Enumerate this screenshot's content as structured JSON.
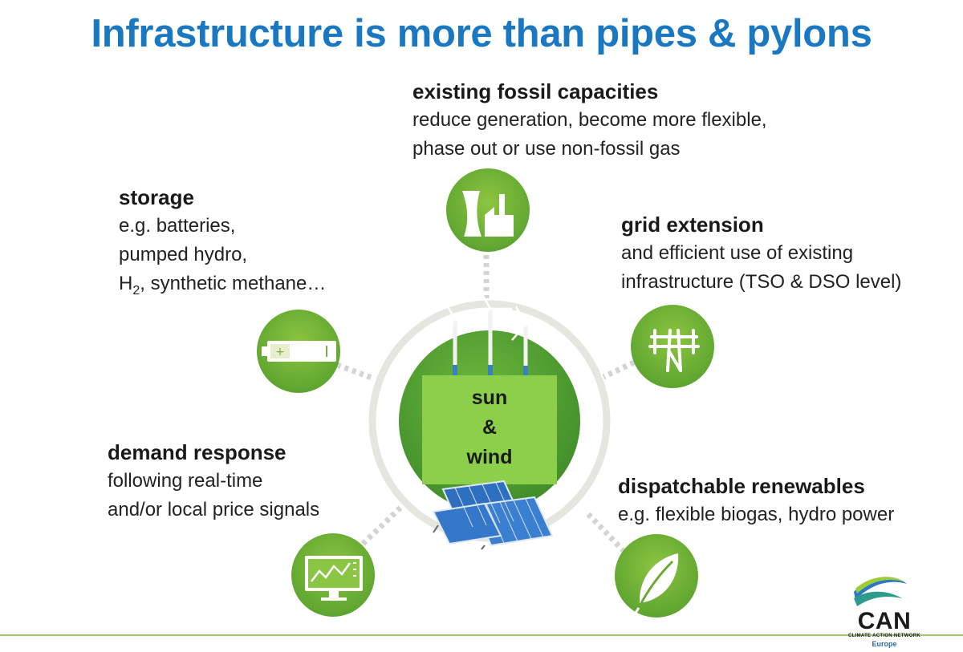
{
  "title": "Infrastructure is more than pipes & pylons",
  "center": {
    "l1": "sun",
    "l2": "&",
    "l3": "wind"
  },
  "nodes": {
    "fossil": {
      "heading": "existing fossil capacities",
      "line1": "reduce generation, become more flexible,",
      "line2": "phase out or use non-fossil gas"
    },
    "storage": {
      "heading": "storage",
      "line1": "e.g. batteries,",
      "line2": "pumped hydro,",
      "line3_pre": "H",
      "line3_sub": "2",
      "line3_post": ", synthetic methane…"
    },
    "grid": {
      "heading": "grid extension",
      "line1": "and efficient use of existing",
      "line2": "infrastructure (TSO & DSO level)"
    },
    "demand": {
      "heading": "demand response",
      "line1": "following real-time",
      "line2": "and/or local price signals"
    },
    "dispatch": {
      "heading": "dispatchable renewables",
      "line1": "e.g. flexible biogas, hydro power"
    }
  },
  "icons": {
    "fossil": "power-plant-icon",
    "storage": "battery-icon",
    "grid": "pylon-icon",
    "demand": "monitor-chart-icon",
    "dispatch": "leaf-icon"
  },
  "logo": {
    "text": "CAN",
    "sub": "CLIMATE ACTION NETWORK",
    "sub2": "Europe"
  },
  "colors": {
    "title": "#1a78c2",
    "green_dark": "#4f9a2f",
    "green_light": "#8cc63f",
    "ring": "#e4e6e0"
  }
}
